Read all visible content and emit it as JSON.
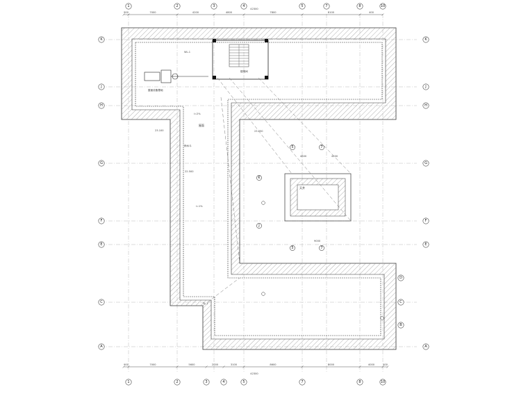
{
  "plan": {
    "title": "",
    "colors": {
      "line": "#333333",
      "grid": "#b8b8b8",
      "hatch": "#7a7a7a",
      "paper": "#ffffff"
    }
  },
  "axes_top": [
    "1",
    "2",
    "3",
    "4",
    "5",
    "7",
    "8",
    "10"
  ],
  "axes_bottom": [
    "1",
    "2",
    "3",
    "4",
    "5",
    "7",
    "8",
    "10"
  ],
  "axes_left": [
    "K",
    "J",
    "H",
    "G",
    "F",
    "E",
    "C",
    "A"
  ],
  "axes_right": [
    "K",
    "J",
    "H",
    "G",
    "F",
    "E",
    "D",
    "C",
    "B",
    "A"
  ],
  "dims_top": [
    "900",
    "7000",
    "4200",
    "4800",
    "7800",
    "8100",
    "400"
  ],
  "dims_top_total": "42300",
  "dims_bottom": [
    "900",
    "7000",
    "5600",
    "2000",
    "3100",
    "8600",
    "8000",
    "4000",
    "400"
  ],
  "dims_bottom_total": "42300",
  "court": {
    "title": "天井",
    "axis_labels": [
      "5",
      "7",
      "K",
      "J"
    ],
    "dims": [
      "4800",
      "4200",
      "9000"
    ]
  },
  "notes": {
    "room_label": "屋面",
    "level_1": "23.100",
    "level_2": "22.500",
    "level_3": "23.250",
    "slope_a": "i=2%",
    "slope_b": "i=1%",
    "pipe_a": "WL-1",
    "pipe_b": "YL-1",
    "drain": "雨水斗",
    "equip_note": "屋面设备基础",
    "stair": "楼梯间"
  },
  "icons": [
    "axis-bubble-icon",
    "rain-outlet-icon",
    "equipment-icon",
    "stair-icon"
  ]
}
